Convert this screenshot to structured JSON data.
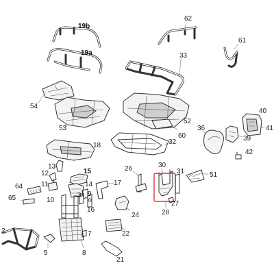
{
  "diagram": {
    "labels": {
      "l19b": "19b",
      "l19a": "19a",
      "l62": "62",
      "l61": "61",
      "l33": "33",
      "l54": "54",
      "l53": "53",
      "l52": "52",
      "l60": "60",
      "l40": "40",
      "l41": "41",
      "l36": "36",
      "l39": "39",
      "l42": "42",
      "l18": "18",
      "l32": "32",
      "l13": "13",
      "l12": "12",
      "l11": "11",
      "l15": "15",
      "l14": "14",
      "l9": "9",
      "l26": "26",
      "l30": "30",
      "l31": "31",
      "l51": "51",
      "l17": "17",
      "l64": "64",
      "l65": "65",
      "l10": "10",
      "l3": "3",
      "l16": "16",
      "l24": "24",
      "l27": "27",
      "l28": "28",
      "l2": "2",
      "l5": "5",
      "l8": "8",
      "l22": "22",
      "l21": "21",
      "l7": "7"
    },
    "highlight_color": "#d9343a",
    "highlighted_part": "30 / 28"
  }
}
